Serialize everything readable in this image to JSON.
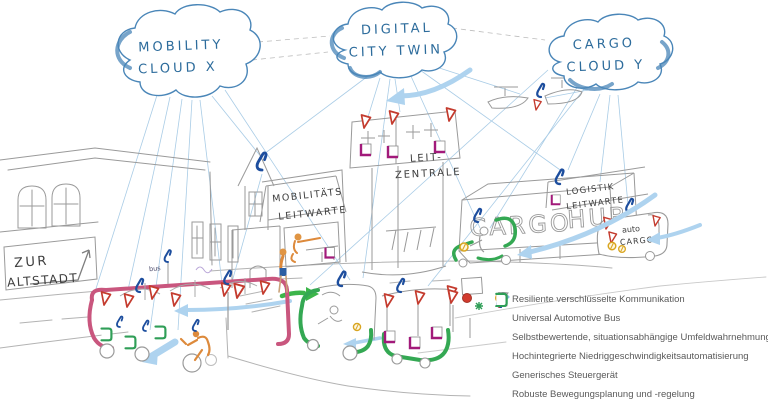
{
  "clouds": {
    "mobility": {
      "line1": "MOBILITY",
      "line2": "CLOUD X"
    },
    "digital": {
      "line1": "DIGITAL",
      "line2": "CITY TWIN"
    },
    "cargo": {
      "line1": "CARGO",
      "line2": "CLOUD Y"
    }
  },
  "labels": {
    "zur_altstadt": {
      "line1": "ZUR",
      "line2": "ALTSTADT"
    },
    "mobilitaets_leitwarte": {
      "line1": "MOBILITÄTS",
      "line2": "LEITWARTE"
    },
    "leitzentrale": {
      "line1": "LEIT-",
      "line2": "ZENTRALE"
    },
    "logistik_leitwarte": {
      "line1": "LOGISTIK",
      "line2": "LEITWARTE"
    },
    "cargo_hub": {
      "word1": "CARGO",
      "word2": "HUB"
    },
    "auto_cargo": {
      "line1": "auto",
      "line2": "CARGO"
    },
    "bus_stop": "bus"
  },
  "legend": {
    "items": [
      {
        "icon": "antenna-icon",
        "label": "Resiliente verschlüsselte Kommunikation",
        "color": "#1d4e9e"
      },
      {
        "icon": "double-arrow-icon",
        "label": "Universal Automotive Bus",
        "color": "#8fb9e0"
      },
      {
        "icon": "flag-icon",
        "label": "Selbstbewertende, situationsabhängige Umfeldwahrnehmung",
        "color": "#c43b2e"
      },
      {
        "icon": "coin-icon",
        "label": "Hochintegrierte Niedriggeschwindigkeitsautomatisierung",
        "color": "#d9a520"
      },
      {
        "icon": "control-box-icon",
        "label": "Generisches Steuergerät",
        "color": "#a21a7a"
      },
      {
        "icon": "green-frame-icon",
        "label": "Robuste Bewegungsplanung und -regelung",
        "color": "#2f9e57"
      }
    ]
  },
  "colors": {
    "cloud_stroke": "#4a86b8",
    "cloud_text": "#2d6c9c",
    "link_line": "#a9cce6",
    "sketch_gray": "#9a9a9a",
    "handwriting": "#3d3d3d",
    "swoosh_blue": "#aed3ef",
    "bus_pink": "#c9567e",
    "green": "#34a853",
    "orange": "#dd8a3c",
    "antenna_blue": "#1d4e9e",
    "flag_red": "#c43b2e",
    "box_magenta": "#a21a7a",
    "coin_yellow": "#d9a520"
  }
}
